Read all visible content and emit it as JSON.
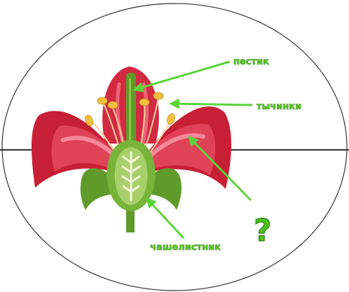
{
  "diagram": {
    "labels": {
      "pistil": "пестик",
      "stamens": "тычинки",
      "sepal": "чашелистник",
      "unknown": "?"
    },
    "colors": {
      "petal": "#d8283e",
      "petal_light": "#f07888",
      "stem": "#5f9a2a",
      "arrow": "#5bd43a",
      "anther": "#f2c040"
    }
  }
}
